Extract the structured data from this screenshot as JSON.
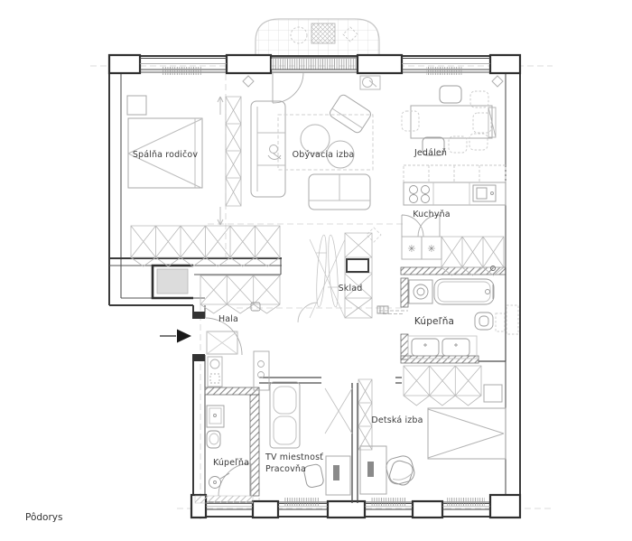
{
  "title": "Pôdorys",
  "colors": {
    "wall": "#2f2f2f",
    "wall_thin": "#555555",
    "furniture": "#a8a8a8",
    "furniture_light": "#c6c6c6",
    "hatch": "#8a8a8a",
    "text": "#3b3b3b",
    "background": "#ffffff"
  },
  "rooms": [
    {
      "id": "spalna-rodicov",
      "label": "Spálňa rodičov"
    },
    {
      "id": "obyvacia-izba",
      "label": "Obývacia izba"
    },
    {
      "id": "jedalen",
      "label": "Jedáleň"
    },
    {
      "id": "kuchyna",
      "label": "Kuchyňa"
    },
    {
      "id": "sklad",
      "label": "Sklad"
    },
    {
      "id": "kupelna-velka",
      "label": "Kúpeľňa"
    },
    {
      "id": "hala",
      "label": "Hala"
    },
    {
      "id": "kupelna-mala",
      "label": "Kúpeľňa"
    },
    {
      "id": "tv-miestnost",
      "label": "TV miestnosť"
    },
    {
      "id": "pracovna",
      "label": "Pracovňa"
    },
    {
      "id": "detska-izba",
      "label": "Detská izba"
    }
  ],
  "icons": {
    "burner_symbol": "✳",
    "entrance_arrow": "right-pointing-entrance-arrow"
  }
}
